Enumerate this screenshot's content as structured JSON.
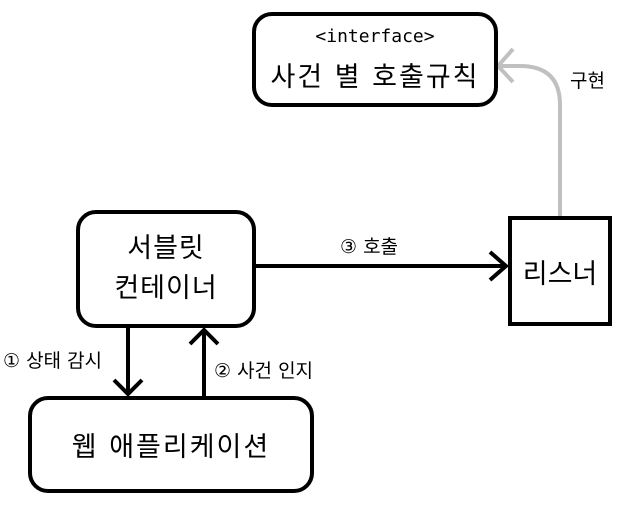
{
  "nodes": {
    "interface": {
      "stereotype": "<interface>",
      "name": "사건 별 호출규칙"
    },
    "servlet_container": {
      "line1": "서블릿",
      "line2": "컨테이너"
    },
    "listener": {
      "name": "리스너"
    },
    "web_app": {
      "name": "웹 애플리케이션"
    }
  },
  "edges": {
    "monitor": {
      "label": "① 상태 감시"
    },
    "detect": {
      "label": "② 사건 인지"
    },
    "call": {
      "label": "③ 호출"
    },
    "implements": {
      "label": "구현",
      "color": "#c0c0c0"
    }
  },
  "colors": {
    "stroke": "#000000",
    "implements_arrow": "#c0c0c0"
  }
}
